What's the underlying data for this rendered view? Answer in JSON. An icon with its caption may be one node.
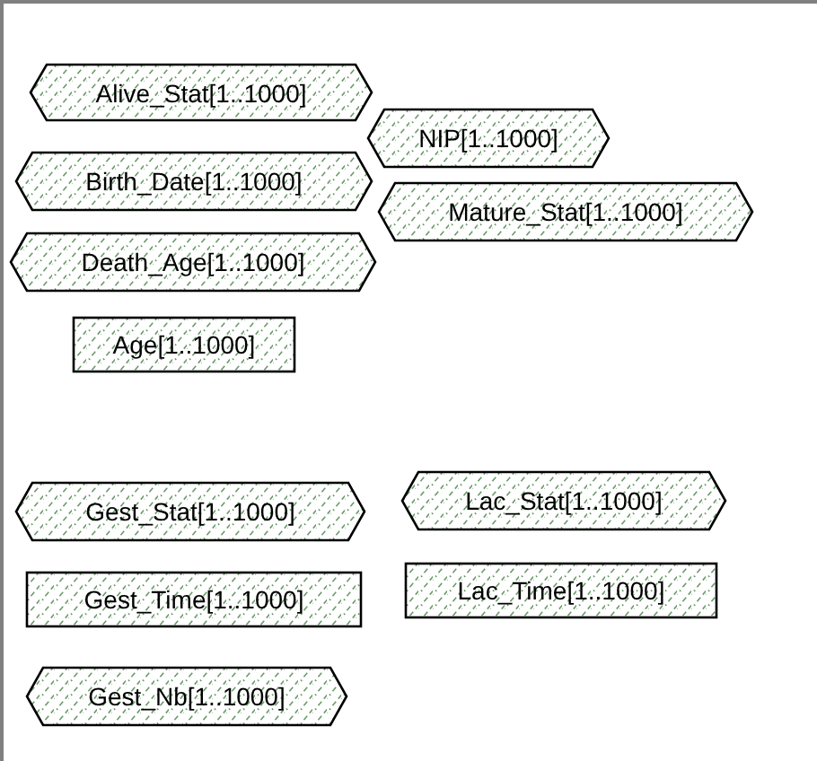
{
  "diagram": {
    "nodes": [
      {
        "text": [
          "Alive_Stat[1..1000]"
        ]
      },
      {
        "text": [
          "NIP[1..1000]"
        ]
      },
      {
        "text": [
          "Birth_Date[1..1000]"
        ]
      },
      {
        "text": [
          "Mature_Stat[1..1000]"
        ]
      },
      {
        "text": [
          "Death_Age[1..1000]"
        ]
      },
      {
        "text": [
          "Age[1..1000]"
        ]
      },
      {
        "text": [
          "Gest_Stat[1..1000]"
        ]
      },
      {
        "text": [
          "Lac_Stat[1..1000]"
        ]
      },
      {
        "text": [
          "Gest_Time[1..1000]"
        ]
      },
      {
        "text": [
          "Lac_Time[1..1000]"
        ]
      },
      {
        "text": [
          "Gest_Nb[1..1000]"
        ]
      }
    ]
  }
}
